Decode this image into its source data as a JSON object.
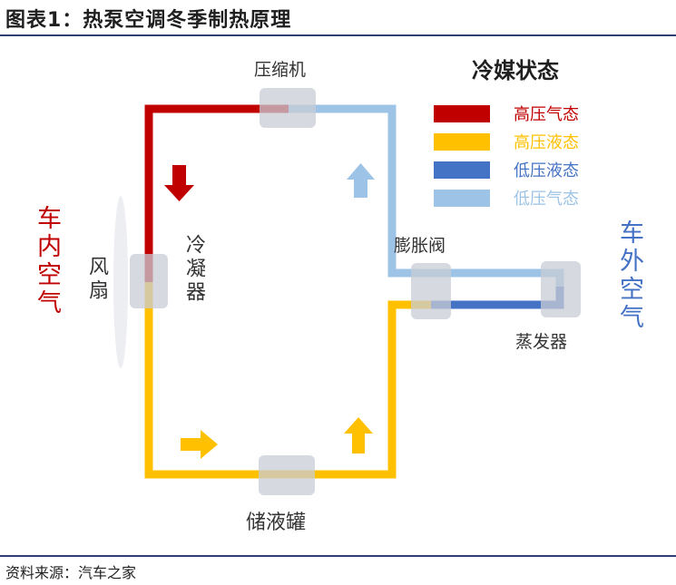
{
  "title": "图表1：热泵空调冬季制热原理",
  "source": "资料来源：汽车之家",
  "components": {
    "compressor": "压缩机",
    "condenser": "冷凝器",
    "expansion_valve": "膨胀阀",
    "evaporator": "蒸发器",
    "receiver": "储液罐",
    "fan": "风扇"
  },
  "sides": {
    "inside_air": "车内空气",
    "outside_air": "车外空气"
  },
  "legend": {
    "title": "冷媒状态",
    "items": [
      {
        "label": "高压气态",
        "color": "#c00000"
      },
      {
        "label": "高压液态",
        "color": "#ffc000"
      },
      {
        "label": "低压液态",
        "color": "#4472c4"
      },
      {
        "label": "低压气态",
        "color": "#9dc3e6"
      }
    ]
  },
  "colors": {
    "high_gas": "#c00000",
    "high_liquid": "#ffc000",
    "low_liquid": "#4472c4",
    "low_gas": "#9dc3e6",
    "inside_text": "#c00000",
    "outside_text": "#4472c4",
    "node_fill": "#c8ccd6"
  }
}
